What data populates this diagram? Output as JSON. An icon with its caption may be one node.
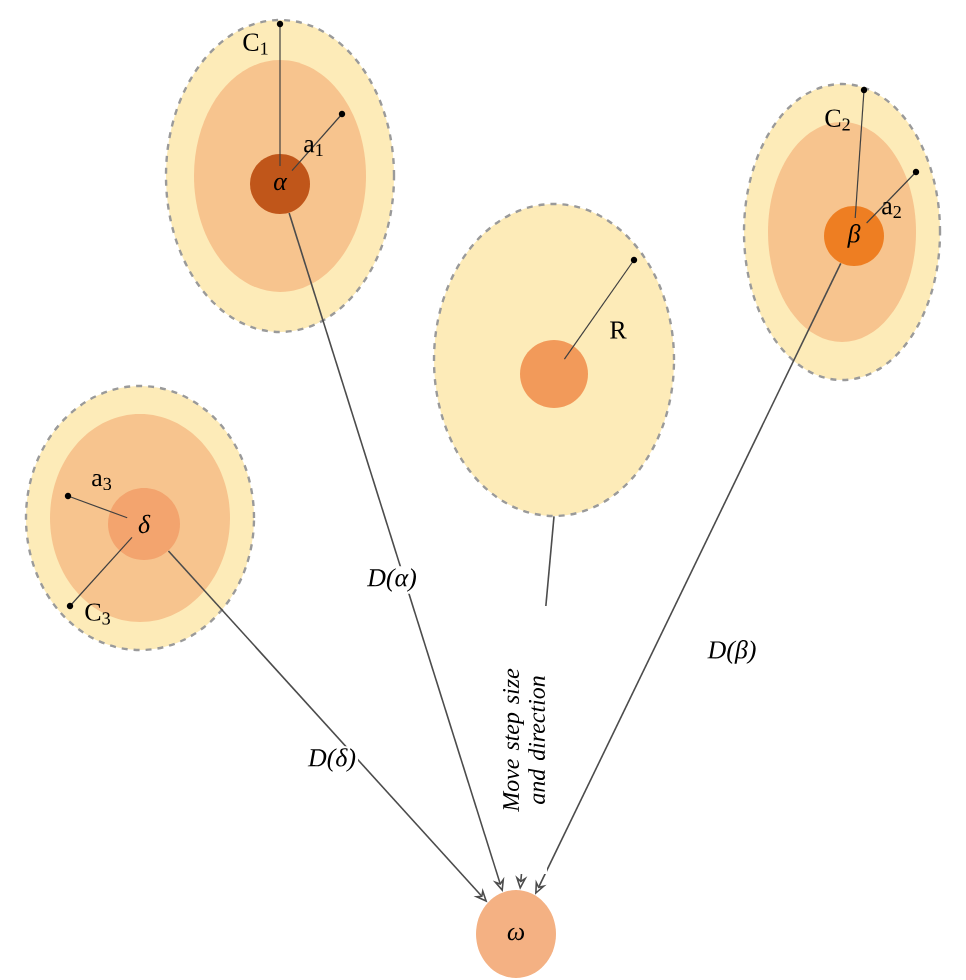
{
  "diagram": {
    "nodes": [
      {
        "text": [
          "α"
        ]
      },
      {
        "text": [
          "β"
        ]
      },
      {
        "text": [],
        "shape": "circle"
      },
      {
        "text": [
          "δ"
        ]
      },
      {
        "text": [
          "ω"
        ]
      }
    ],
    "edges": [
      {
        "from": 0,
        "to": 4,
        "arrow": "to",
        "label": "D(α)"
      },
      {
        "from": 3,
        "to": 4,
        "arrow": "to",
        "label": "D(δ)"
      },
      {
        "from": 2,
        "to": 4,
        "arrow": "to",
        "label": "Move step size and direction"
      },
      {
        "from": 1,
        "to": 4,
        "arrow": "to",
        "label": "D(β)"
      }
    ],
    "labels": [
      "C$_{1}$",
      "a$_{1}$",
      "C$_{2}$",
      "a$_{2}$",
      "R",
      "a$_{3}$",
      "C$_{3}$"
    ]
  }
}
